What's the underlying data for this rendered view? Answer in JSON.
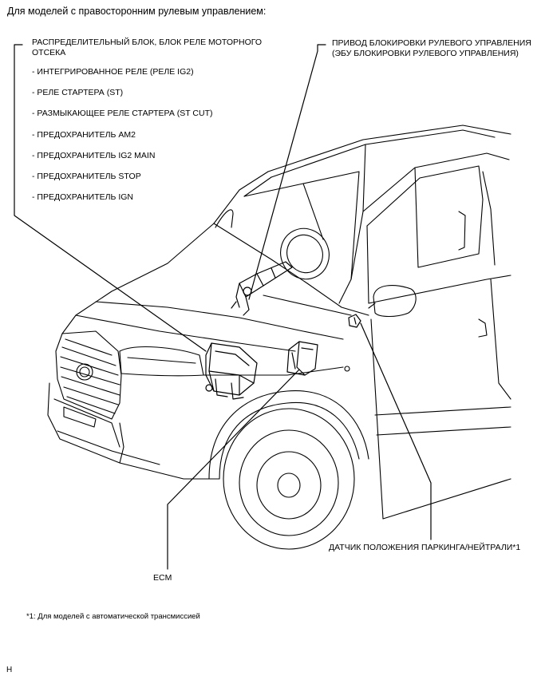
{
  "title": "Для моделей с правосторонним рулевым управлением:",
  "labels": {
    "relay_block_line1": "РАСПРЕДЕЛИТЕЛЬНЫЙ БЛОК, БЛОК РЕЛЕ МОТОРНОГО",
    "relay_block_line2": "ОТСЕКА",
    "relay_block_items": [
      "- ИНТЕГРИРОВАННОЕ РЕЛЕ (РЕЛЕ IG2)",
      "- РЕЛЕ СТАРТЕРА (ST)",
      "- РАЗМЫКАЮЩЕЕ РЕЛЕ СТАРТЕРА (ST CUT)",
      "- ПРЕДОХРАНИТЕЛЬ AM2",
      "- ПРЕДОХРАНИТЕЛЬ IG2 MAIN",
      "- ПРЕДОХРАНИТЕЛЬ STOP",
      "- ПРЕДОХРАНИТЕЛЬ IGN"
    ],
    "steering_lock_line1": "ПРИВОД БЛОКИРОВКИ РУЛЕВОГО УПРАВЛЕНИЯ",
    "steering_lock_line2": "(ЭБУ БЛОКИРОВКИ РУЛЕВОГО УПРАВЛЕНИЯ)",
    "park_neutral_sensor": "ДАТЧИК ПОЛОЖЕНИЯ ПАРКИНГА/НЕЙТРАЛИ*1",
    "ecm": "ECM"
  },
  "footnote": "*1: Для моделей с автоматической трансмиссией",
  "corner_mark": "H"
}
